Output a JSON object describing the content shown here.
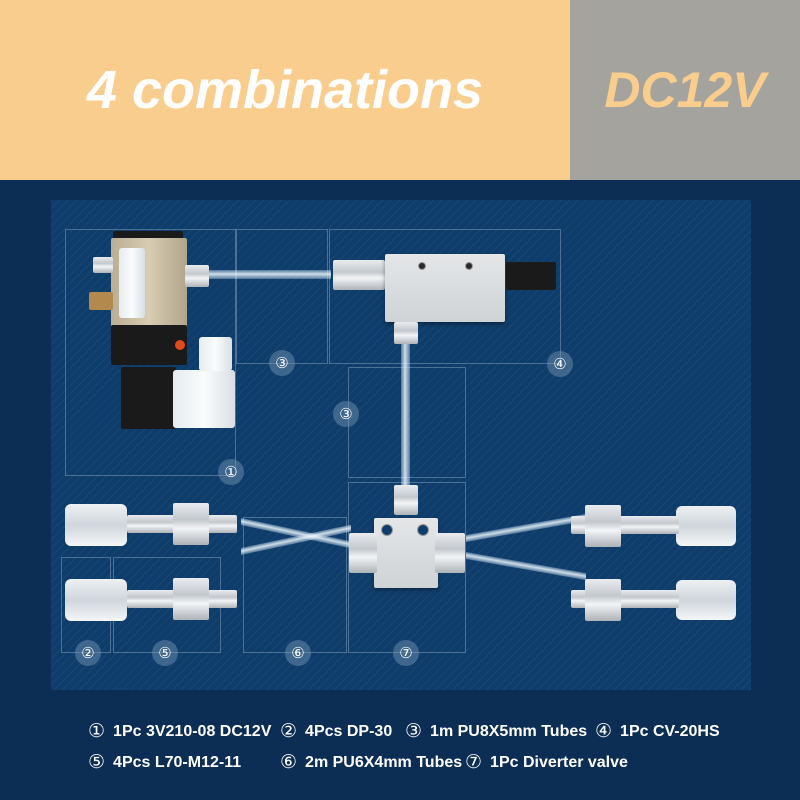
{
  "header": {
    "title": "4 combinations",
    "voltage": "DC12V",
    "colors": {
      "left_bg": "#f8cd8d",
      "right_bg": "#a4a39e",
      "title_text": "#ffffff",
      "voltage_text": "#f8cd8d"
    }
  },
  "diagram": {
    "background": "#0f3d6b",
    "badges": {
      "b1": "①",
      "b2": "②",
      "b3a": "③",
      "b3b": "③",
      "b4": "④",
      "b5": "⑤",
      "b6": "⑥",
      "b7": "⑦"
    }
  },
  "legend": {
    "row1": [
      {
        "num": "①",
        "text": "1Pc 3V210-08 DC12V"
      },
      {
        "num": "②",
        "text": "4Pcs DP-30"
      },
      {
        "num": "③",
        "text": "1m PU8X5mm Tubes"
      },
      {
        "num": "④",
        "text": "1Pc CV-20HS"
      }
    ],
    "row2": [
      {
        "num": "⑤",
        "text": "4Pcs L70-M12-11"
      },
      {
        "num": "⑥",
        "text": "2m PU6X4mm Tubes"
      },
      {
        "num": "⑦",
        "text": "1Pc Diverter valve"
      }
    ]
  }
}
